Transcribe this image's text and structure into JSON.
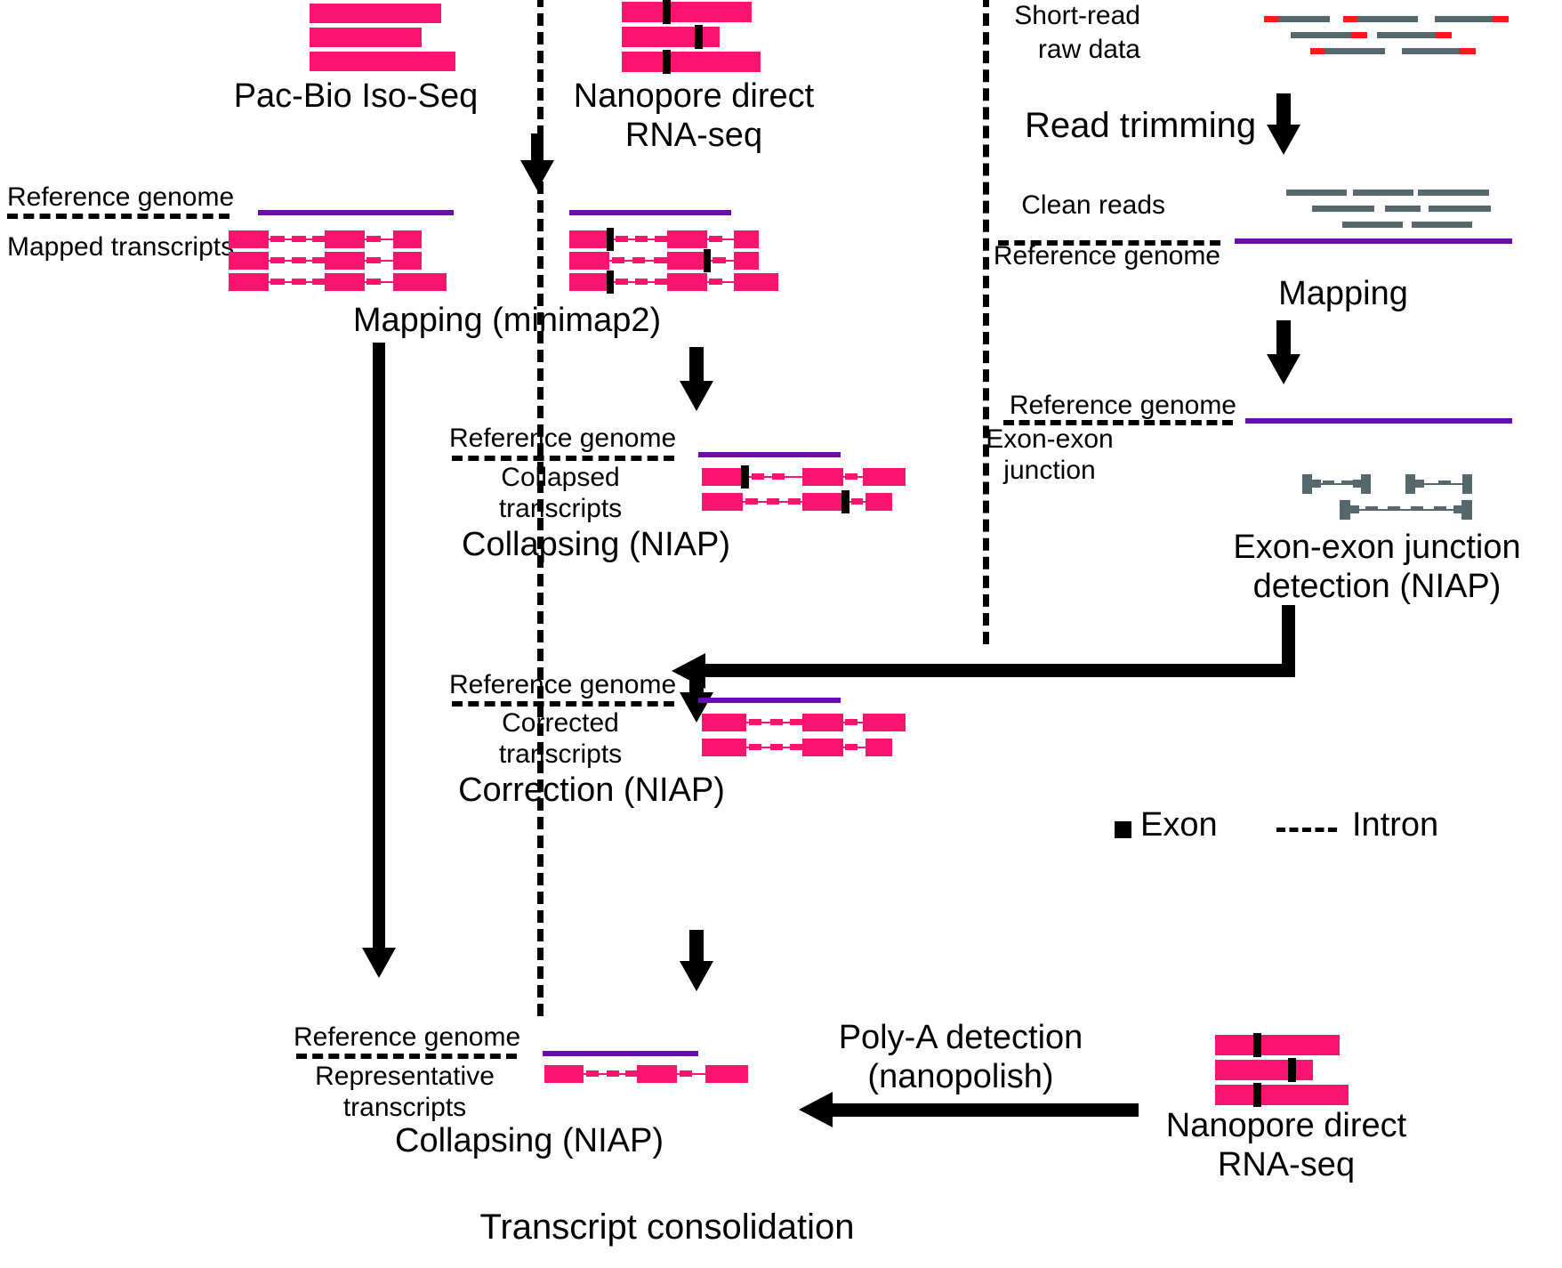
{
  "figure": {
    "caption": "Transcript consolidation"
  },
  "panels": {
    "pacbio": {
      "title": "Pac-Bio Iso-Seq"
    },
    "nanopore_top": {
      "title_line1": "Nanopore direct",
      "title_line2": "RNA-seq"
    },
    "shortread": {
      "label_line1": "Short-read",
      "label_line2": "raw data",
      "step_label": "Read trimming",
      "clean_reads_label": "Clean reads",
      "reference_genome_label": "Reference genome",
      "mapping_label": "Mapping"
    },
    "mapping_long": {
      "reference_genome_label": "Reference genome",
      "mapped_transcripts_label": "Mapped transcripts",
      "step_label": "Mapping (minimap2)"
    },
    "collapsing": {
      "reference_genome_label": "Reference genome",
      "transcripts_label_line1": "Collapsed",
      "transcripts_label_line2": "transcripts",
      "step_label": "Collapsing (NIAP)"
    },
    "junction": {
      "reference_genome_label": "Reference genome",
      "junction_label_line1": "Exon-exon",
      "junction_label_line2": "junction",
      "step_label_line1": "Exon-exon junction",
      "step_label_line2": "detection (NIAP)"
    },
    "correction": {
      "reference_genome_label": "Reference genome",
      "transcripts_label_line1": "Corrected",
      "transcripts_label_line2": "transcripts",
      "step_label": "Correction (NIAP)"
    },
    "final_collapsing": {
      "reference_genome_label": "Reference genome",
      "transcripts_label_line1": "Representative",
      "transcripts_label_line2": "transcripts",
      "step_label": "Collapsing (NIAP)"
    },
    "polya": {
      "step_label_line1": "Poly-A detection",
      "step_label_line2": "(nanopolish)"
    },
    "nanopore_bottom": {
      "title_line1": "Nanopore direct",
      "title_line2": "RNA-seq"
    }
  },
  "legend": {
    "exon_label": "Exon",
    "intron_label": "Intron"
  },
  "colors": {
    "exon": "#F9156F",
    "reference_genome": "#6A0DAD",
    "short_read": "#56686B",
    "adapter": "#FF1A1A",
    "junction": "#56686B",
    "polyA_marker": "#000000"
  }
}
